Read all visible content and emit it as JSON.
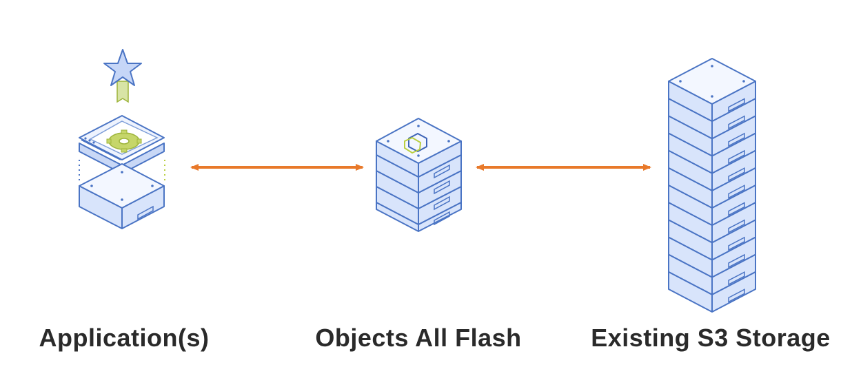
{
  "nodes": [
    {
      "id": "application",
      "label": "Application(s)"
    },
    {
      "id": "objects_all_flash",
      "label": "Objects All Flash"
    },
    {
      "id": "existing_s3",
      "label": "Existing S3 Storage"
    }
  ],
  "connections": [
    {
      "from": "application",
      "to": "objects_all_flash",
      "direction": "bidirectional"
    },
    {
      "from": "objects_all_flash",
      "to": "existing_s3",
      "direction": "bidirectional"
    }
  ],
  "colors": {
    "arrow": "#e8792a",
    "stroke": "#4a74c4",
    "face_top": "#f3f7ff",
    "face_front": "#d8e4fb",
    "face_side": "#b7cbf2",
    "accent": "#b9cf3f",
    "text": "#2a2a2a"
  },
  "icons": {
    "application": [
      "star-ribbon-icon",
      "gear-icon",
      "server-icon"
    ],
    "objects_all_flash": [
      "hexagon-logo-icon",
      "server-stack-icon"
    ],
    "existing_s3": [
      "server-tower-icon"
    ]
  },
  "layer_counts": {
    "objects_all_flash": 4,
    "existing_s3": 12
  }
}
